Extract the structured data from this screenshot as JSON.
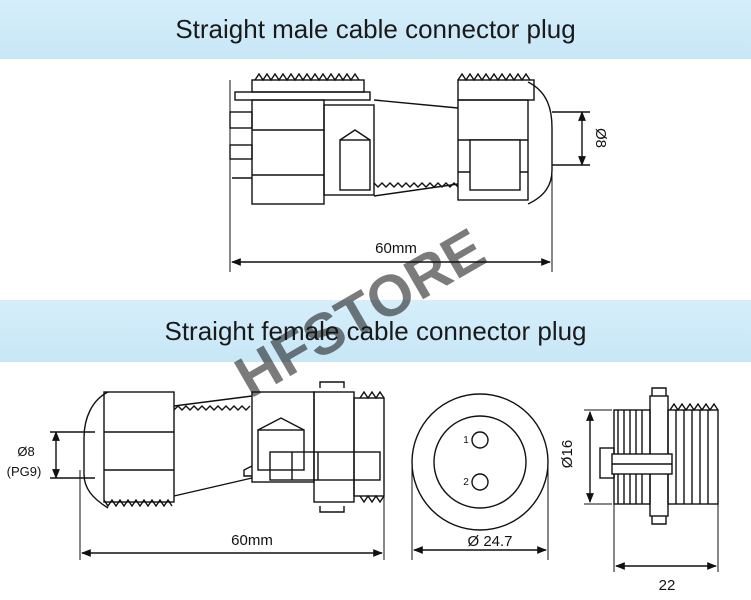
{
  "banners": {
    "male_title": "Straight male cable connector plug",
    "female_title": "Straight female cable connector plug"
  },
  "male_drawing": {
    "length_label": "60mm",
    "cable_label": "Ø8"
  },
  "female_drawing": {
    "length_label": "60mm",
    "cable_label": "Ø8",
    "gland_label": "(PG9)"
  },
  "front_view": {
    "diameter_label": "Ø 24.7",
    "pin_1": "1",
    "pin_2": "2"
  },
  "side_view": {
    "diameter_label": "Ø16",
    "width_label": "22"
  },
  "watermark": "HFSTORE"
}
